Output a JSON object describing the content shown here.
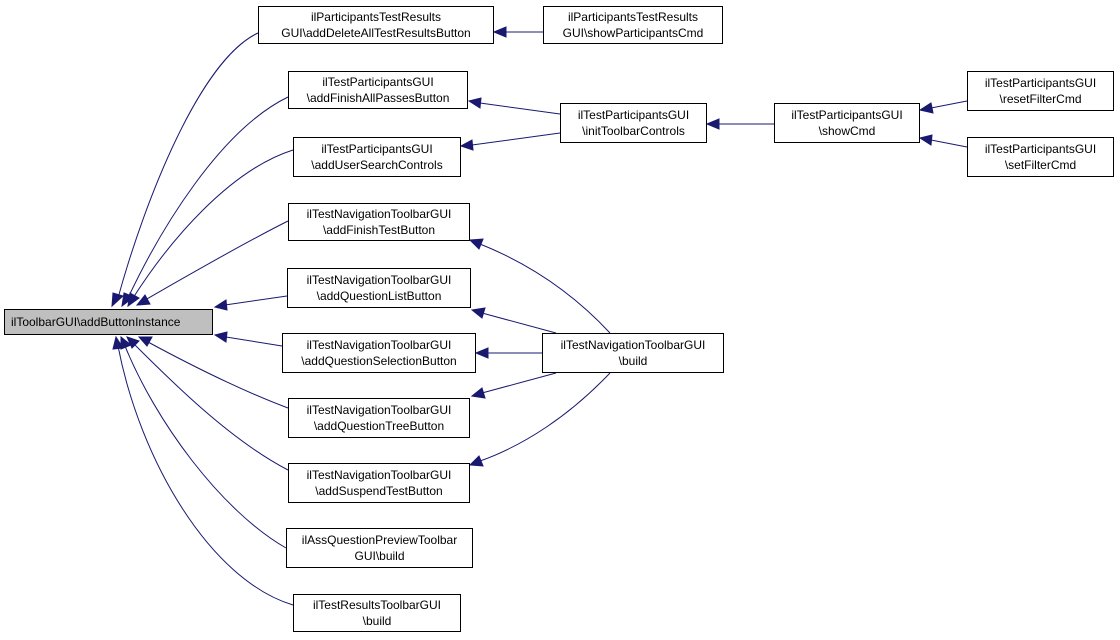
{
  "colors": {
    "edge": "#191970",
    "root_fill": "#bfbfbf",
    "node_fill": "#ffffff",
    "node_border": "#000000"
  },
  "nodes": {
    "root": {
      "line1": "ilToolbarGUI\\addButtonInstance",
      "line2": ""
    },
    "delete_all": {
      "line1": "ilParticipantsTestResults",
      "line2": "GUI\\addDeleteAllTestResultsButton"
    },
    "show_participants": {
      "line1": "ilParticipantsTestResults",
      "line2": "GUI\\showParticipantsCmd"
    },
    "finish_all": {
      "line1": "ilTestParticipantsGUI",
      "line2": "\\addFinishAllPassesButton"
    },
    "user_search": {
      "line1": "ilTestParticipantsGUI",
      "line2": "\\addUserSearchControls"
    },
    "init_toolbar": {
      "line1": "ilTestParticipantsGUI",
      "line2": "\\initToolbarControls"
    },
    "show_cmd": {
      "line1": "ilTestParticipantsGUI",
      "line2": "\\showCmd"
    },
    "reset_filter": {
      "line1": "ilTestParticipantsGUI",
      "line2": "\\resetFilterCmd"
    },
    "set_filter": {
      "line1": "ilTestParticipantsGUI",
      "line2": "\\setFilterCmd"
    },
    "finish_test": {
      "line1": "ilTestNavigationToolbarGUI",
      "line2": "\\addFinishTestButton"
    },
    "question_list": {
      "line1": "ilTestNavigationToolbarGUI",
      "line2": "\\addQuestionListButton"
    },
    "question_selection": {
      "line1": "ilTestNavigationToolbarGUI",
      "line2": "\\addQuestionSelectionButton"
    },
    "question_tree": {
      "line1": "ilTestNavigationToolbarGUI",
      "line2": "\\addQuestionTreeButton"
    },
    "suspend_test": {
      "line1": "ilTestNavigationToolbarGUI",
      "line2": "\\addSuspendTestButton"
    },
    "nav_build": {
      "line1": "ilTestNavigationToolbarGUI",
      "line2": "\\build"
    },
    "preview_build": {
      "line1": "ilAssQuestionPreviewToolbar",
      "line2": "GUI\\build"
    },
    "results_build": {
      "line1": "ilTestResultsToolbarGUI",
      "line2": "\\build"
    }
  }
}
